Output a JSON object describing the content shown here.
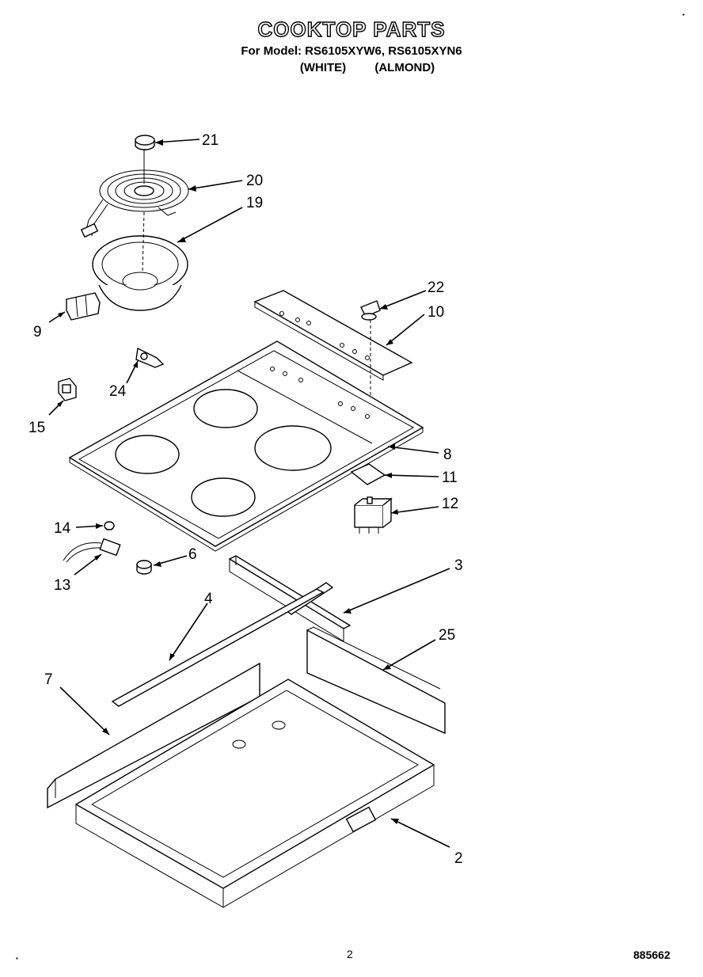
{
  "header": {
    "title": "COOKTOP PARTS",
    "subtitle": "For Model: RS6105XYW6, RS6105XYN6",
    "color_white": "(WHITE)",
    "color_almond": "(ALMOND)"
  },
  "callouts": {
    "c21": "21",
    "c20": "20",
    "c19": "19",
    "c22": "22",
    "c10": "10",
    "c9": "9",
    "c24": "24",
    "c15": "15",
    "c8": "8",
    "c11": "11",
    "c12": "12",
    "c14": "14",
    "c6": "6",
    "c13": "13",
    "c3": "3",
    "c4": "4",
    "c25": "25",
    "c7": "7",
    "c2": "2"
  },
  "footer": {
    "page_number": "2",
    "document_number": "885662"
  },
  "colors": {
    "ink": "#000000",
    "paper": "#ffffff"
  }
}
